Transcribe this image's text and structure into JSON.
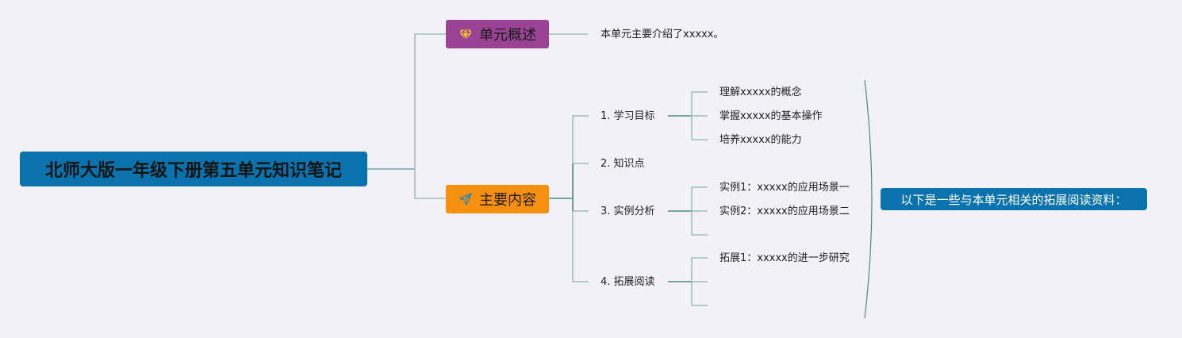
{
  "root": {
    "title": "北师大版一年级下册第五单元知识笔记"
  },
  "topics": {
    "overview": {
      "label": "单元概述",
      "icon": "diamond-icon",
      "color": "#9a4394",
      "detail": "本单元主要介绍了xxxxx。"
    },
    "content": {
      "label": "主要内容",
      "icon": "paper-plane-icon",
      "color": "#f7900f",
      "sections": [
        {
          "label": "1. 学习目标",
          "children": [
            "理解xxxxx的概念",
            "掌握xxxxx的基本操作",
            "培养xxxxx的能力"
          ]
        },
        {
          "label": "2. 知识点",
          "children": []
        },
        {
          "label": "3. 实例分析",
          "children": [
            "实例1：xxxxx的应用场景一",
            "实例2：xxxxx的应用场景二",
            ""
          ]
        },
        {
          "label": "4. 拓展阅读",
          "children": [
            "拓展1：xxxxx的进一步研究",
            "",
            ""
          ]
        }
      ]
    }
  },
  "callout": {
    "text": "以下是一些与本单元相关的拓展阅读资料：",
    "color": "#0a73ad"
  },
  "colors": {
    "background": "#f2f1f8",
    "line": "#9bbfbc",
    "line_dark": "#4f8a7c",
    "root": "#0a73ad"
  }
}
